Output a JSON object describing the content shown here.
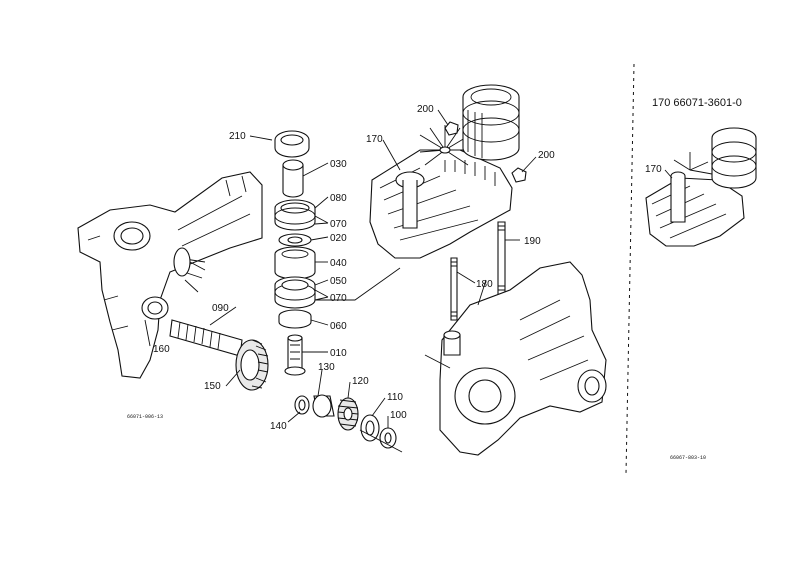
{
  "labels": {
    "p210": "210",
    "p030": "030",
    "p080": "080",
    "p070a": "070",
    "p020": "020",
    "p040": "040",
    "p050": "050",
    "p070b": "070",
    "p060": "060",
    "p010": "010",
    "p090": "090",
    "p160": "160",
    "p150": "150",
    "p140": "140",
    "p130": "130",
    "p120": "120",
    "p110": "110",
    "p100": "100",
    "p170": "170",
    "p200a": "200",
    "p200b": "200",
    "p190": "190",
    "p180": "180",
    "inset_170": "170"
  },
  "inset_title": "170 66071-3601-0",
  "codes": {
    "left": "66071-006-13",
    "right": "66067-803-10"
  }
}
